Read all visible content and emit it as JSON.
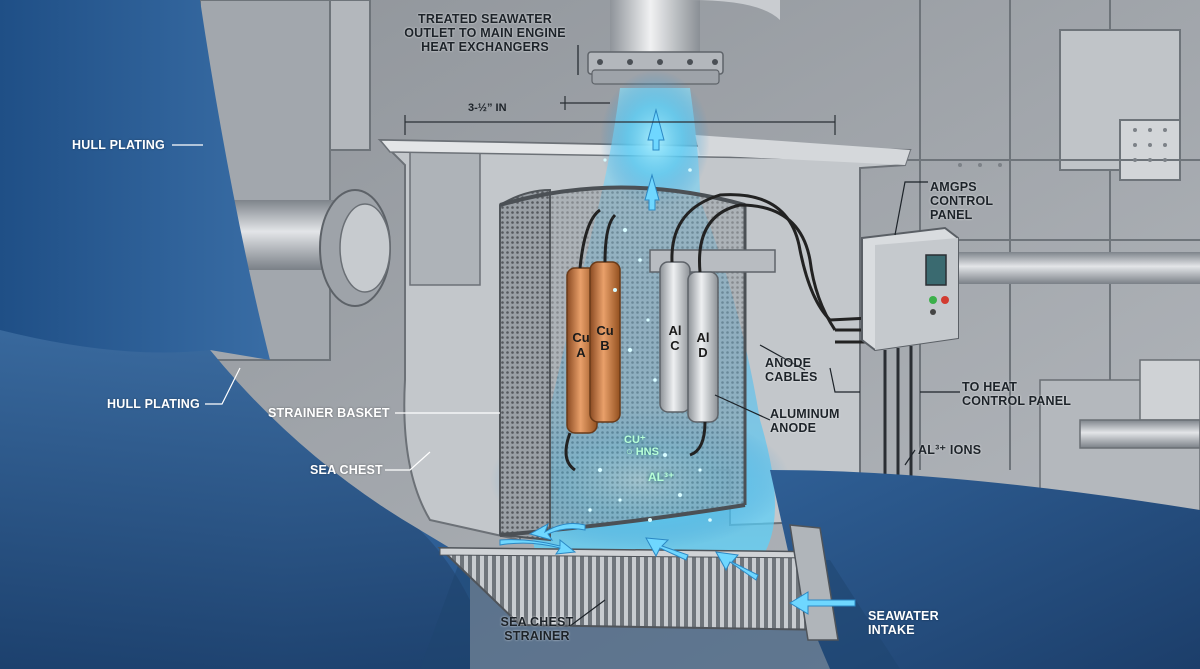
{
  "labels": {
    "outlet": [
      "TREATED SEAWATER",
      "OUTLET TO MAIN ENGINE",
      "HEAT EXCHANGERS"
    ],
    "dimension": "3-½” IN",
    "hull_plating_top": "HULL PLATING",
    "hull_plating_left": "HULL PLATING",
    "strainer_basket": "STRAINER BASKET",
    "sea_chest": "SEA CHEST",
    "amgps": [
      "AMGPS",
      "CONTROL",
      "PANEL"
    ],
    "anode_cables": [
      "ANODE",
      "CABLES"
    ],
    "to_heat": [
      "TO HEAT",
      "CONTROL PANEL"
    ],
    "aluminum_anode": [
      "ALUMINUM",
      "ANODE"
    ],
    "al_ions": "AL³⁺ IONS",
    "sea_chest_strainer": [
      "SEA CHEST",
      "STRAINER"
    ],
    "seawater_intake": [
      "SEAWATER",
      "INTAKE"
    ]
  },
  "anodes": [
    {
      "metal": "Cu",
      "id": "A"
    },
    {
      "metal": "Cu",
      "id": "B"
    },
    {
      "metal": "Al",
      "id": "C"
    },
    {
      "metal": "Al",
      "id": "D"
    }
  ],
  "ions": {
    "cu": "CU⁺",
    "hns": "HNS",
    "al": "AL³⁺"
  },
  "colors": {
    "hull": "#2f5f93",
    "water": "#5fd0ff",
    "copper": "#c8743a",
    "aluminum": "#bfc3c7",
    "steel": "#c9ccd0"
  }
}
